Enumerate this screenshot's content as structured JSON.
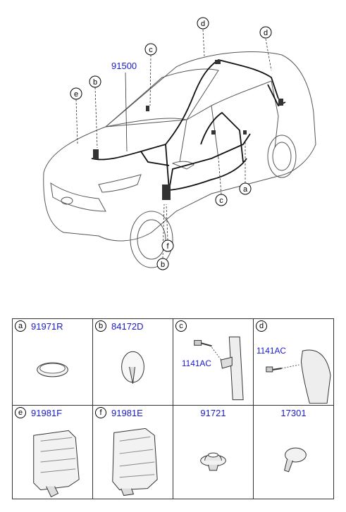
{
  "diagram": {
    "main_part": "91500",
    "callouts": [
      "d",
      "c",
      "b",
      "e",
      "d",
      "c",
      "a",
      "f",
      "b"
    ]
  },
  "parts": [
    {
      "letter": "a",
      "number": "91971R"
    },
    {
      "letter": "b",
      "number": "84172D"
    },
    {
      "letter": "c",
      "number": "",
      "sub_label": "1141AC"
    },
    {
      "letter": "d",
      "number": "",
      "sub_label": "1141AC"
    },
    {
      "letter": "e",
      "number": "91981F"
    },
    {
      "letter": "f",
      "number": "91981E"
    },
    {
      "letter": "",
      "number": "91721"
    },
    {
      "letter": "",
      "number": "17301"
    }
  ]
}
